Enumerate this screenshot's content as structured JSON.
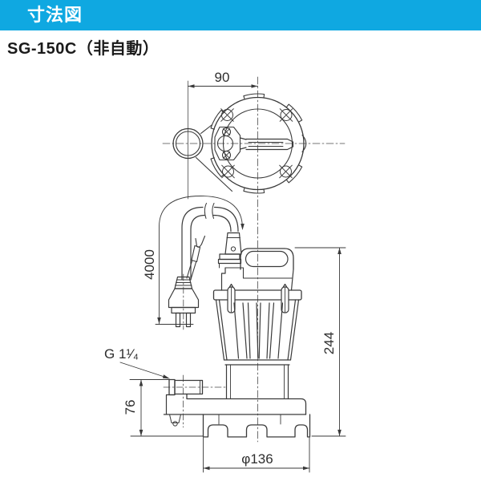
{
  "header": {
    "title": "寸法図",
    "bg_color": "#0FA8E1",
    "text_color": "#FFFFFF"
  },
  "product": {
    "model_title": "SG-150C（非自動）"
  },
  "diagram": {
    "line_color": "#3A3A3A",
    "views": {
      "top_view": "top-view",
      "side_view": "side-view"
    },
    "dimensions": {
      "top_width": "90",
      "cable_length": "4000",
      "overall_height": "244",
      "discharge_height": "76",
      "discharge_thread": "G 1¹⁄₄",
      "base_diameter": "φ136"
    }
  }
}
